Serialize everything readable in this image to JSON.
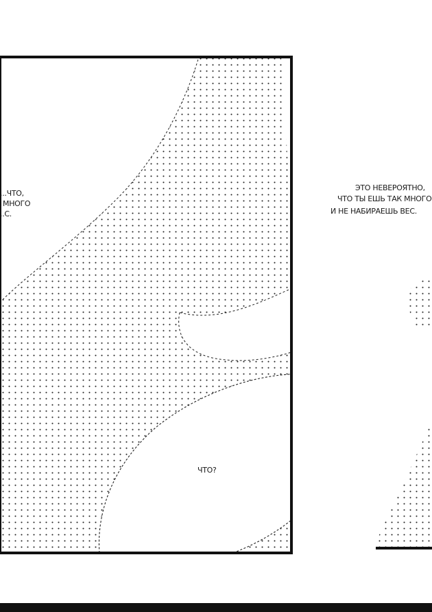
{
  "colors": {
    "ink": "#111111",
    "screentone": "#1f1f1f",
    "paper": "#ffffff"
  },
  "left_bubble": {
    "lines": [
      "...ЧТО,",
      "МНОГО",
      "..С."
    ]
  },
  "right_bubble": {
    "lines": [
      "ЭТО НЕВЕРОЯТНО,",
      "ЧТО ТЫ ЕШЬ ТАК МНОГО",
      "И НЕ НАБИРАЕШЬ ВЕС."
    ]
  },
  "center_bubble": {
    "text": "ЧТО?"
  }
}
